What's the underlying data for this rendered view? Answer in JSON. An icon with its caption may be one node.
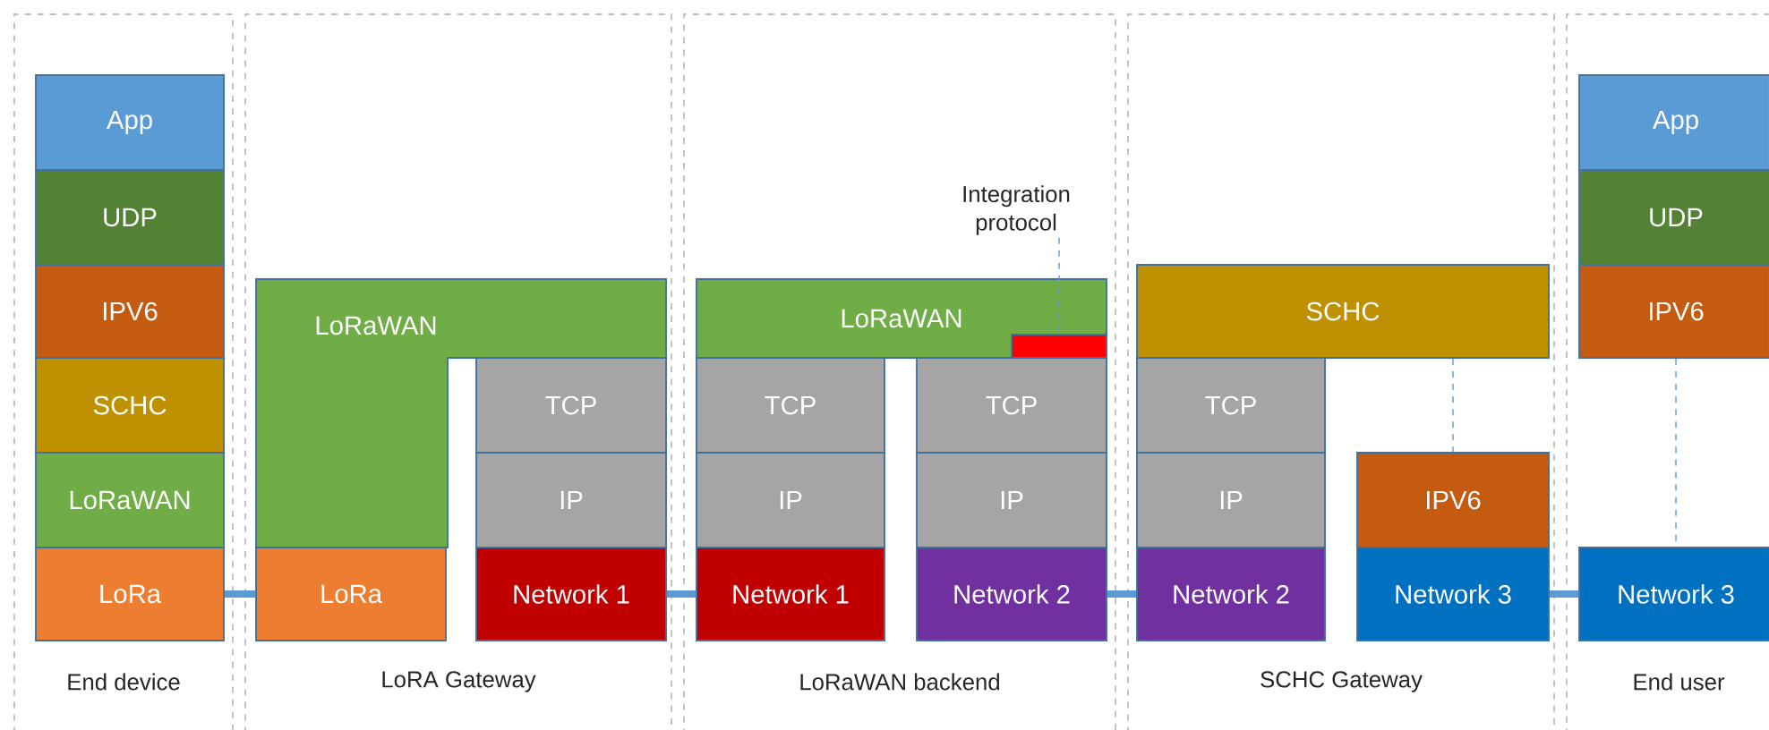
{
  "diagram": {
    "nodes": [
      {
        "text": [
          "End device"
        ]
      },
      {
        "text": [
          "LoRA Gateway"
        ]
      },
      {
        "text": [
          "LoRaWAN backend"
        ]
      },
      {
        "text": [
          "SCHC Gateway"
        ]
      },
      {
        "text": [
          "End user"
        ]
      },
      {
        "text": [
          "App"
        ],
        "in": 0
      },
      {
        "text": [
          "UDP"
        ],
        "in": 0
      },
      {
        "text": [
          "IPV6"
        ],
        "in": 0
      },
      {
        "text": [
          "SCHC"
        ],
        "in": 0
      },
      {
        "text": [
          "LoRaWAN"
        ],
        "in": 0
      },
      {
        "text": [
          "LoRa"
        ],
        "in": 0
      },
      {
        "text": [
          "LoRaWAN"
        ],
        "in": 1
      },
      {
        "text": [
          "TCP"
        ],
        "in": 1
      },
      {
        "text": [
          "IP"
        ],
        "in": 1
      },
      {
        "text": [
          "LoRa"
        ],
        "in": 1
      },
      {
        "text": [
          "Network 1"
        ],
        "in": 1
      },
      {
        "text": [
          "Integration protocol"
        ],
        "in": 2
      },
      {
        "text": [
          "LoRaWAN"
        ],
        "in": 2
      },
      {
        "text": [],
        "shape": "box",
        "in": 17
      },
      {
        "text": [
          "TCP"
        ],
        "in": 2
      },
      {
        "text": [
          "TCP"
        ],
        "in": 2
      },
      {
        "text": [
          "IP"
        ],
        "in": 2
      },
      {
        "text": [
          "IP"
        ],
        "in": 2
      },
      {
        "text": [
          "Network 1"
        ],
        "in": 2
      },
      {
        "text": [
          "Network 2"
        ],
        "in": 2
      },
      {
        "text": [
          "SCHC"
        ],
        "in": 3
      },
      {
        "text": [
          "TCP"
        ],
        "in": 3
      },
      {
        "text": [
          "IP"
        ],
        "in": 3
      },
      {
        "text": [
          "IPV6"
        ],
        "in": 3
      },
      {
        "text": [
          "Network 2"
        ],
        "in": 3
      },
      {
        "text": [
          "Network 3"
        ],
        "in": 3
      },
      {
        "text": [
          "App"
        ],
        "in": 4
      },
      {
        "text": [
          "UDP"
        ],
        "in": 4
      },
      {
        "text": [
          "IPV6"
        ],
        "in": 4
      },
      {
        "text": [
          "Network 3"
        ],
        "in": 4
      }
    ],
    "edges": [
      {
        "from": 10,
        "to": 14,
        "arrow": "none"
      },
      {
        "from": 15,
        "to": 23,
        "arrow": "none"
      },
      {
        "from": 24,
        "to": 29,
        "arrow": "none"
      },
      {
        "from": 30,
        "to": 34,
        "arrow": "none"
      },
      {
        "from": 16,
        "to": 18,
        "arrow": "none",
        "style": "dashed"
      },
      {
        "from": 25,
        "to": 28,
        "arrow": "none",
        "style": "dashed"
      },
      {
        "from": 33,
        "to": 34,
        "arrow": "none",
        "style": "dashed"
      }
    ]
  }
}
